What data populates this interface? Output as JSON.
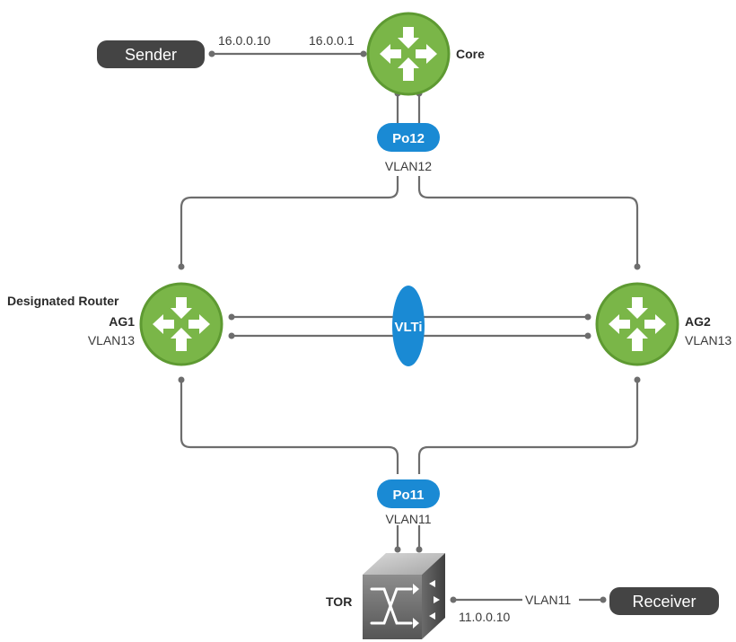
{
  "nodes": {
    "sender": {
      "label": "Sender",
      "ip": "16.0.0.10"
    },
    "core": {
      "label": "Core",
      "ip": "16.0.0.1"
    },
    "po12": {
      "label": "Po12",
      "vlan": "VLAN12"
    },
    "ag1": {
      "role": "Designated Router",
      "label": "AG1",
      "vlan": "VLAN13"
    },
    "ag2": {
      "label": "AG2",
      "vlan": "VLAN13"
    },
    "vlti": {
      "label": "VLTi"
    },
    "po11": {
      "label": "Po11",
      "vlan": "VLAN11"
    },
    "tor": {
      "label": "TOR",
      "ip": "11.0.0.10",
      "vlan": "VLAN11"
    },
    "receiver": {
      "label": "Receiver"
    }
  },
  "colors": {
    "router_green": "#7ab648",
    "router_ring": "#5e9a32",
    "port_blue": "#1a8ad4",
    "pill_dark": "#444444",
    "wire_gray": "#6d6d6d"
  },
  "icons": {
    "router": "router-arrows-icon",
    "switch": "switch-cube-icon"
  }
}
